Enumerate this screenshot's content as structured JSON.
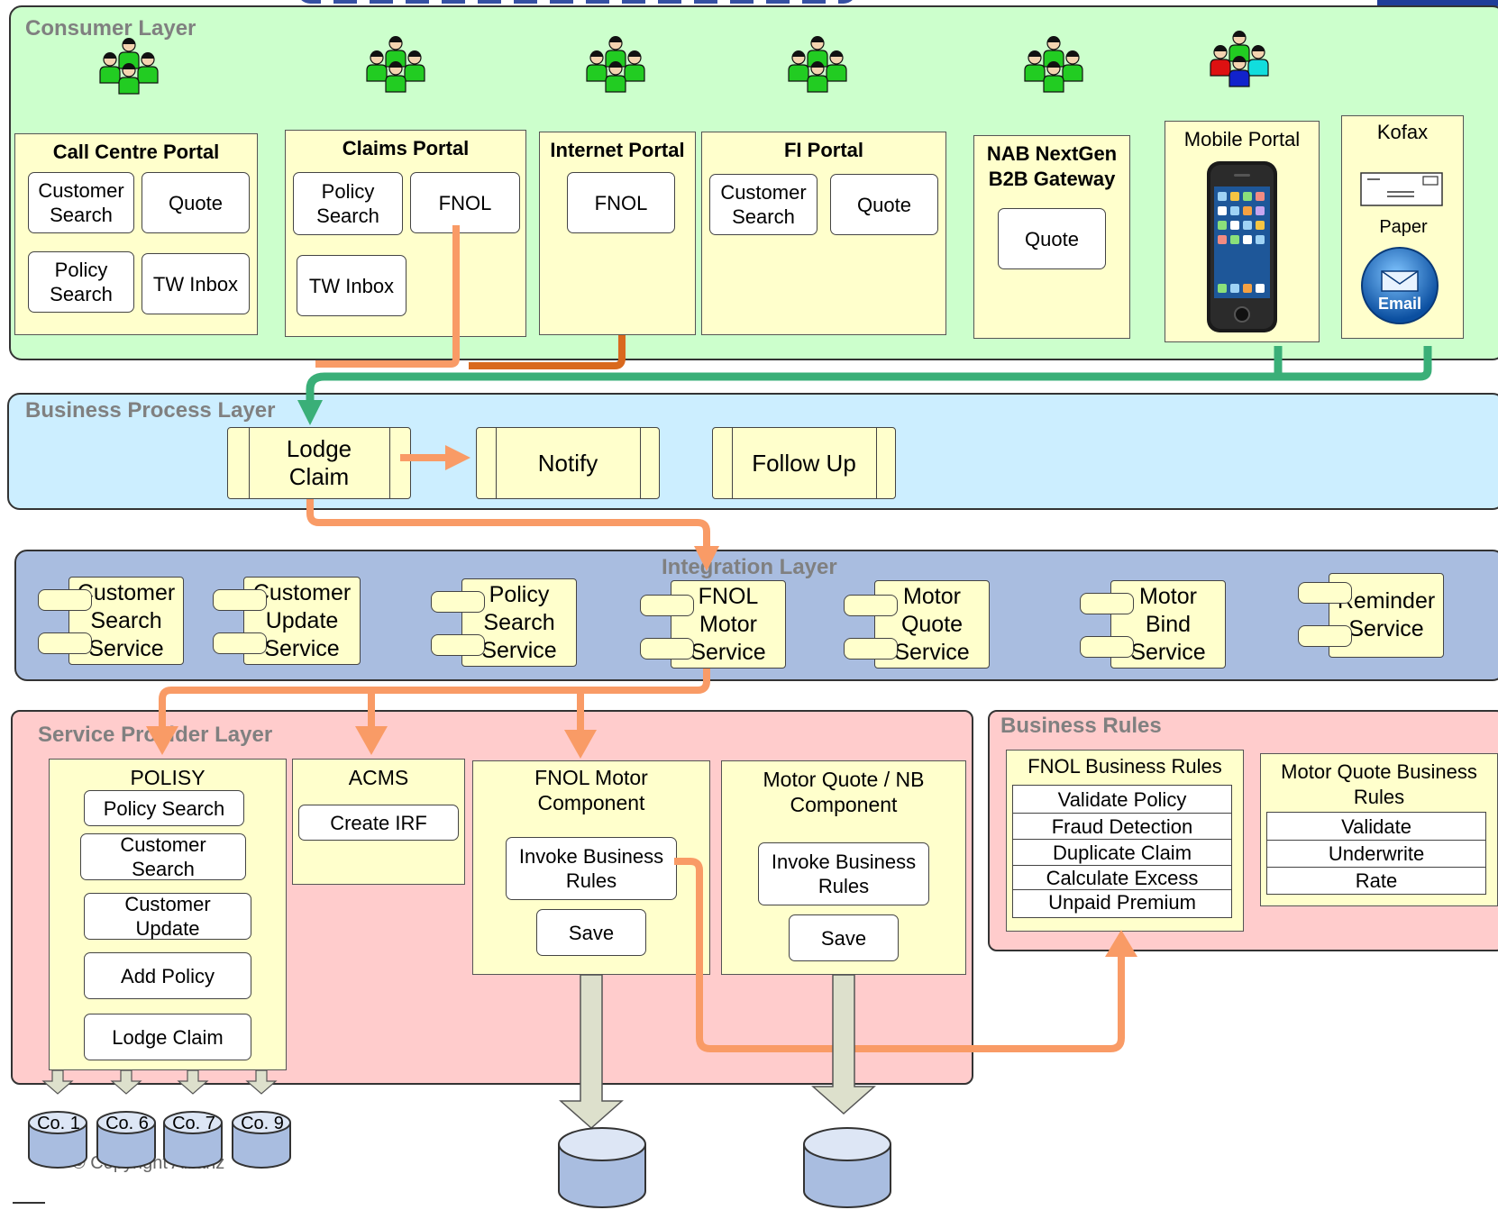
{
  "consumer_layer": {
    "title": "Consumer Layer",
    "portals": {
      "call_centre": {
        "title": "Call Centre Portal",
        "buttons": [
          "Customer\nSearch",
          "Quote",
          "Policy\nSearch",
          "TW Inbox"
        ]
      },
      "claims": {
        "title": "Claims Portal",
        "buttons": [
          "Policy\nSearch",
          "FNOL",
          "TW Inbox"
        ]
      },
      "internet": {
        "title": "Internet Portal",
        "buttons": [
          "FNOL"
        ]
      },
      "fi": {
        "title": "FI Portal",
        "buttons": [
          "Customer\nSearch",
          "Quote"
        ]
      },
      "nab": {
        "title": "NAB NextGen\nB2B Gateway",
        "buttons": [
          "Quote"
        ]
      },
      "mobile": {
        "title": "Mobile Portal"
      },
      "kofax": {
        "title": "Kofax",
        "paper_label": "Paper",
        "email_label": "Email"
      }
    }
  },
  "business_process_layer": {
    "title": "Business Process Layer",
    "steps": [
      "Lodge\nClaim",
      "Notify",
      "Follow Up"
    ]
  },
  "integration_layer": {
    "title": "Integration Layer",
    "services": [
      "Customer\nSearch\nService",
      "Customer\nUpdate\nService",
      "Policy\nSearch\nService",
      "FNOL\nMotor\nService",
      "Motor\nQuote\nService",
      "Motor\nBind\nService",
      "Reminder\nService"
    ]
  },
  "service_provider_layer": {
    "title": "Service Provider Layer",
    "polisy": {
      "title": "POLISY",
      "items": [
        "Policy Search",
        "Customer\nSearch",
        "Customer\nUpdate",
        "Add Policy",
        "Lodge Claim"
      ]
    },
    "acms": {
      "title": "ACMS",
      "items": [
        "Create IRF"
      ]
    },
    "fnol_motor": {
      "title": "FNOL Motor\nComponent",
      "items": [
        "Invoke Business\nRules",
        "Save"
      ]
    },
    "motor_quote": {
      "title": "Motor Quote / NB\nComponent",
      "items": [
        "Invoke Business\nRules",
        "Save"
      ]
    }
  },
  "business_rules": {
    "title": "Business Rules",
    "fnol_rules": {
      "title": "FNOL Business Rules",
      "rows": [
        "Validate Policy",
        "Fraud Detection",
        "Duplicate Claim",
        "Calculate Excess",
        "Unpaid Premium"
      ]
    },
    "motor_rules": {
      "title": "Motor Quote Business\nRules",
      "rows": [
        "Validate",
        "Underwrite",
        "Rate"
      ]
    }
  },
  "databases": [
    "Co. 1",
    "Co. 6",
    "Co. 7",
    "Co. 9"
  ],
  "footer": {
    "copyright": "© Copyright Allianz"
  },
  "colors": {
    "consumer_bg": "#ccffcc",
    "process_bg": "#cceeff",
    "integration_bg": "#a9bde0",
    "provider_bg": "#ffcccc",
    "box_bg": "#ffffcc",
    "arrow_orange": "#f99b66",
    "arrow_dark_orange": "#d9691e",
    "arrow_green": "#3aaf78",
    "people_green": "#22cc22",
    "title_blue": "#1f3d99"
  }
}
